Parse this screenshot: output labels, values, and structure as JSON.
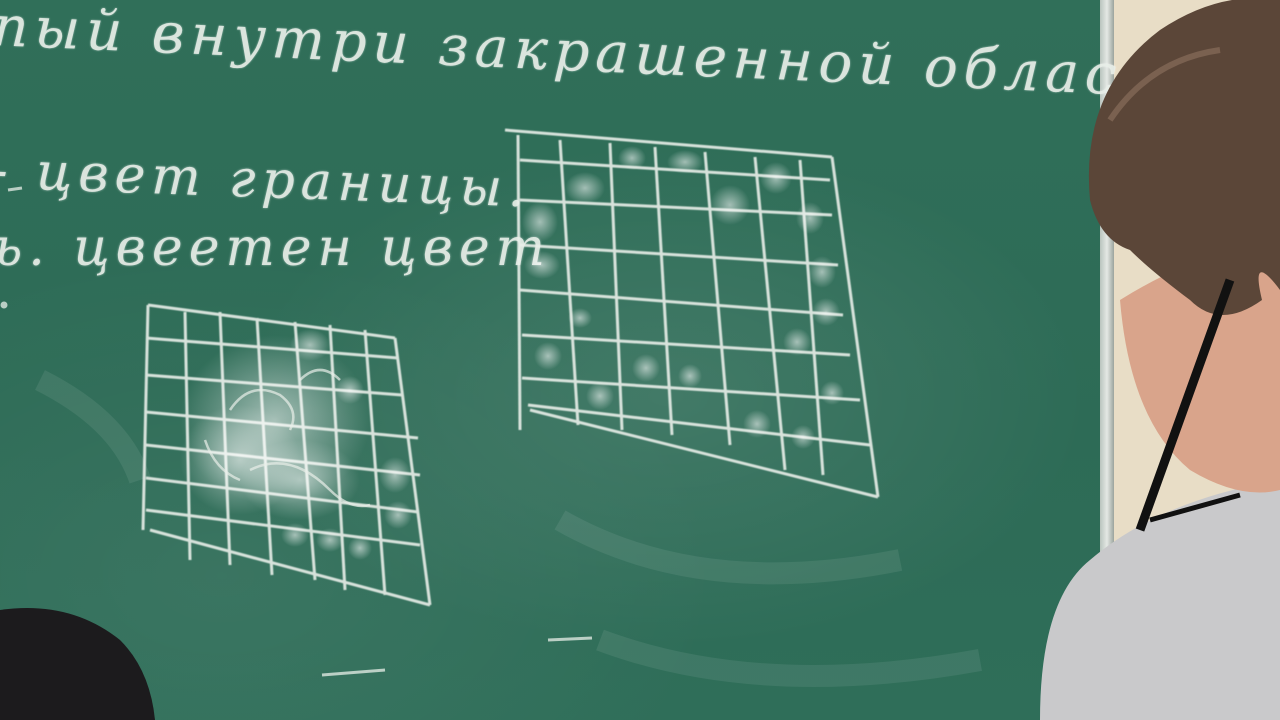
{
  "scene": {
    "description_items": [
      "chalkboard",
      "grid-drawing-left",
      "grid-drawing-right",
      "person-right",
      "person-left-shoulder"
    ]
  },
  "board_text": {
    "line1": "пый внутри закрашенной области.",
    "line2": "- цвет границы.",
    "line3": "ь. цвеетен цвет"
  },
  "colors": {
    "board": "#2e6a56",
    "chalk": "#e9efe9",
    "wall": "#e8ddc6",
    "hair": "#5b4638",
    "shirt": "#c9c9cb"
  }
}
